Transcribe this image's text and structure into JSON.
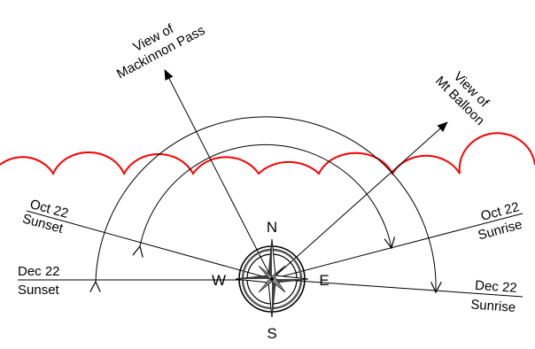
{
  "colors": {
    "ink": "#000000",
    "range_line": "#ff0000",
    "background": "#ffffff"
  },
  "compass": {
    "north": "N",
    "south": "S",
    "east": "E",
    "west": "W"
  },
  "views": {
    "mackinnon": {
      "line1": "View of",
      "line2": "Mackinnon Pass"
    },
    "balloon": {
      "line1": "View of",
      "line2": "Mt Balloon"
    }
  },
  "sun": {
    "oct_sunset": {
      "line1": "Oct 22",
      "line2": "Sunset"
    },
    "dec_sunset": {
      "line1": "Dec 22",
      "line2": "Sunset"
    },
    "oct_sunrise": {
      "line1": "Oct 22",
      "line2": "Sunrise"
    },
    "dec_sunrise": {
      "line1": "Dec 22",
      "line2": "Sunrise"
    }
  }
}
